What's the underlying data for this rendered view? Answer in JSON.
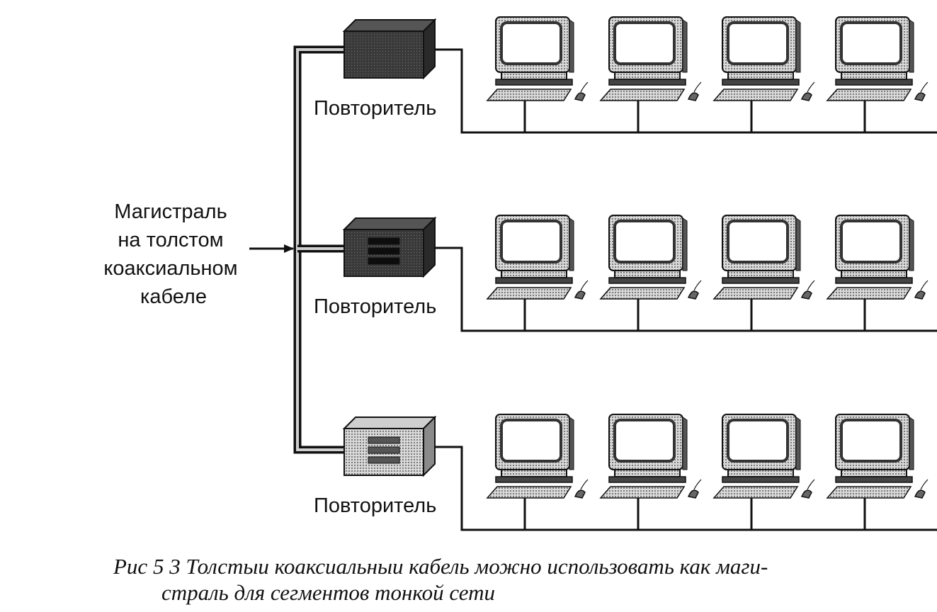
{
  "backbone": {
    "label_lines": [
      "Магистраль",
      "на толстом",
      "коаксиальном",
      "кабеле"
    ]
  },
  "segments": [
    {
      "repeater_label": "Повторитель",
      "repeater_style": "dark",
      "computers": 4
    },
    {
      "repeater_label": "Повторитель",
      "repeater_style": "dark",
      "computers": 4
    },
    {
      "repeater_label": "Повторитель",
      "repeater_style": "light",
      "computers": 4
    }
  ],
  "caption": {
    "line1": "Рис 5 3 Толстыи коаксиальныи кабель можно использовать как маги-",
    "line2": "страль для сегментов тонкой сети"
  },
  "colors": {
    "ink": "#111111",
    "repeater_dark": "#1e1e1e",
    "repeater_light": "#a8a8a8",
    "screen_frame": "#444444"
  }
}
